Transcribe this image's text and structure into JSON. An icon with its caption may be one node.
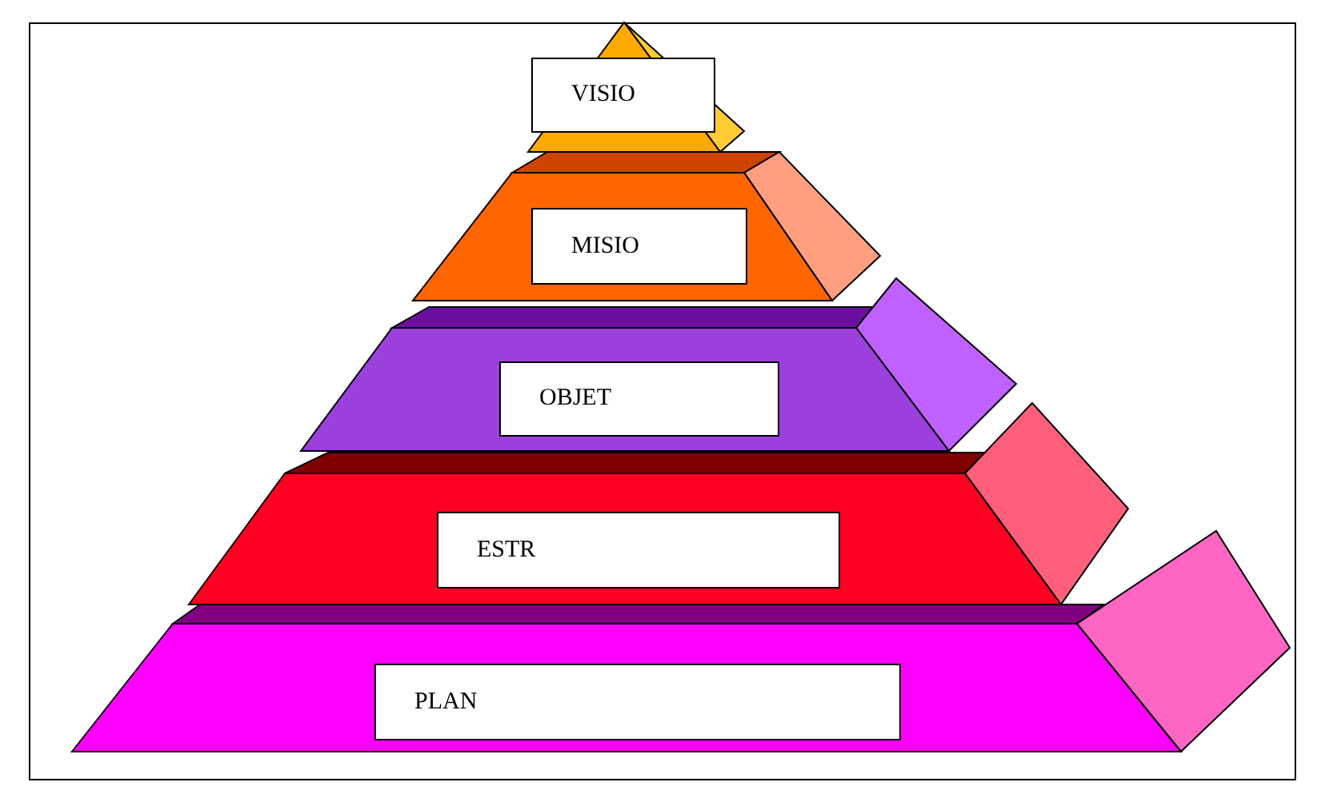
{
  "diagram": {
    "nodes": [
      {
        "text": [
          "VISIO"
        ]
      },
      {
        "text": [
          "MISIO"
        ]
      },
      {
        "text": [
          "OBJET"
        ]
      },
      {
        "text": [
          "ESTR"
        ]
      },
      {
        "text": [
          "PLAN"
        ]
      }
    ]
  }
}
